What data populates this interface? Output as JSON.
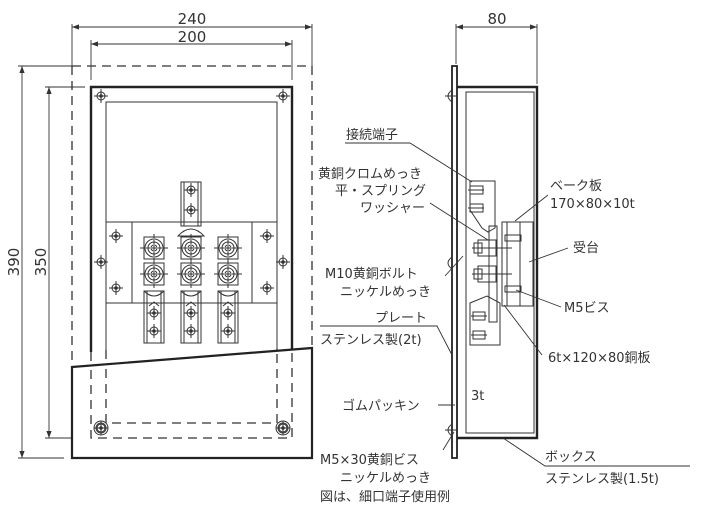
{
  "dimensions": {
    "outer_width": "240",
    "inner_width": "200",
    "outer_height": "390",
    "inner_height": "350",
    "depth": "80"
  },
  "labels": {
    "terminal": "接続端子",
    "washer_line1": "黄銅クロムめっき",
    "washer_line2": "平・スプリング",
    "washer_line3": "ワッシャー",
    "bakelite_line1": "ベーク板",
    "bakelite_line2": "170×80×10t",
    "base": "受台",
    "bolt_line1": "M10黄銅ボルト",
    "bolt_line2": "ニッケルめっき",
    "screw_m5": "M5ビス",
    "plate_line1": "プレート",
    "plate_line2": "ステンレス製(2t)",
    "copper_plate": "6t×120×80銅板",
    "thickness": "3t",
    "gasket": "ゴムパッキン",
    "brass_screw_line1": "M5×30黄銅ビス",
    "brass_screw_line2": "ニッケルめっき",
    "box_line1": "ボックス",
    "box_line2": "ステンレス製(1.5t)",
    "caption": "図は、細口端子使用例"
  }
}
